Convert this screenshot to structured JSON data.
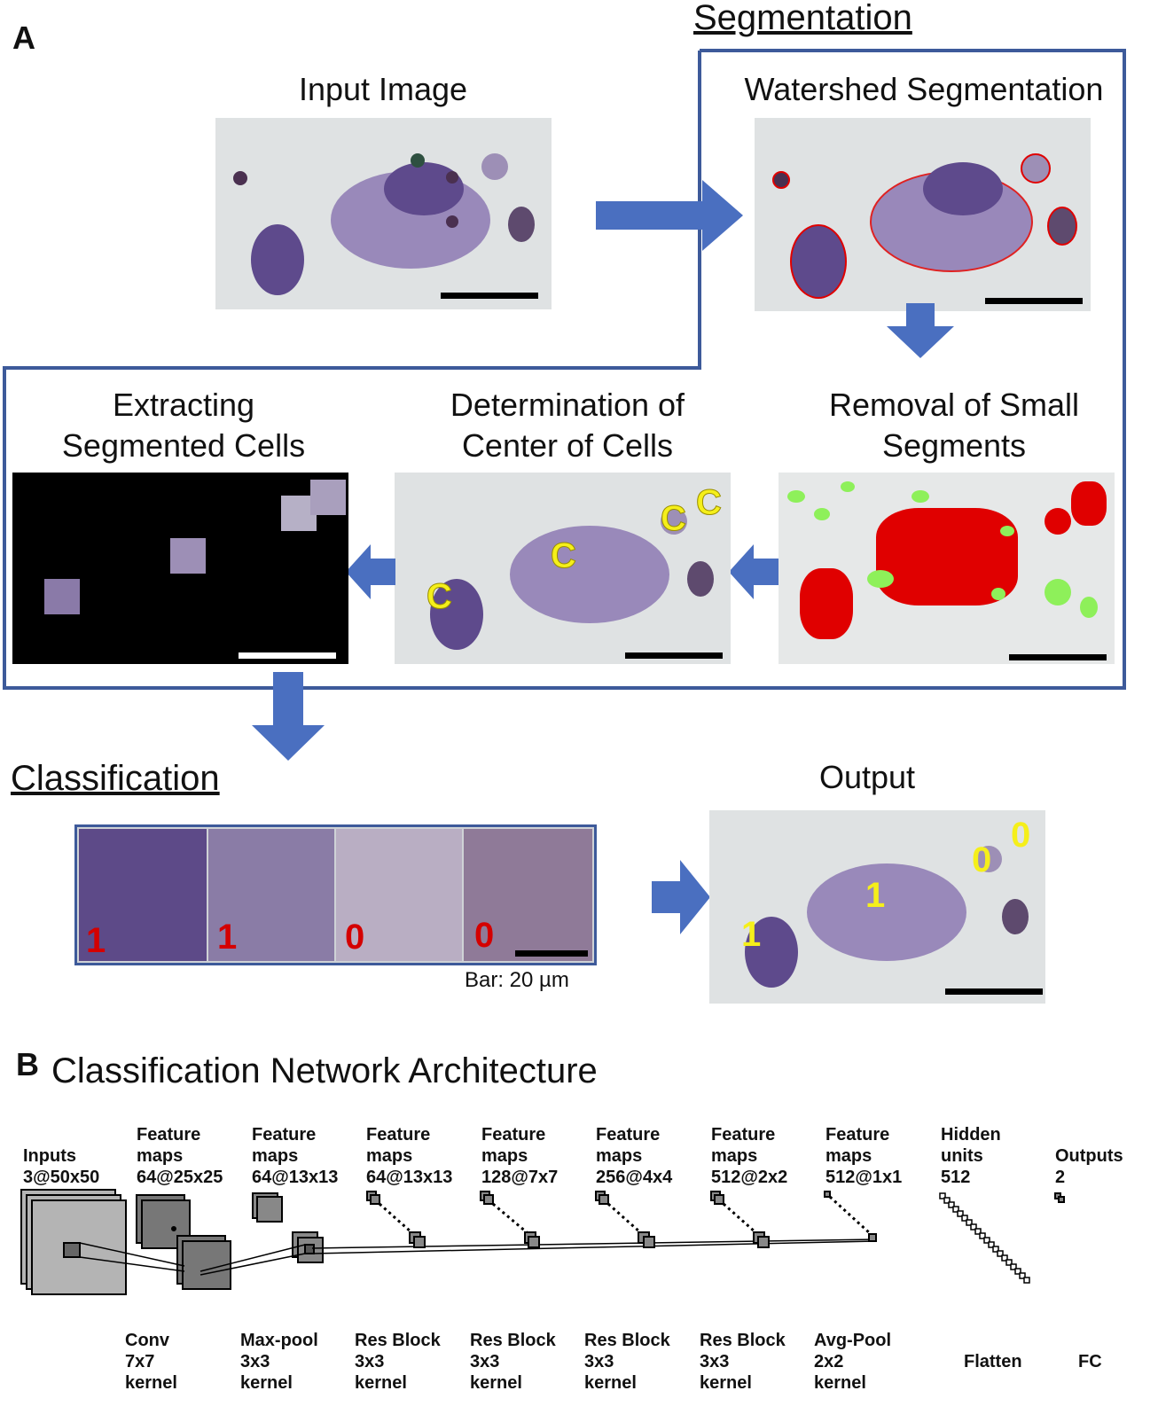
{
  "panel_a": {
    "letter": "A",
    "segmentation_heading": "Segmentation",
    "classification_heading": "Classification",
    "titles": {
      "input": "Input Image",
      "watershed": "Watershed Segmentation",
      "removal_line1": "Removal of Small",
      "removal_line2": "Segments",
      "center_line1": "Determination of",
      "center_line2": "Center of Cells",
      "extract_line1": "Extracting",
      "extract_line2": "Segmented Cells",
      "output": "Output"
    },
    "center_markers": [
      "C",
      "C",
      "C",
      "C"
    ],
    "classification_labels": [
      "1",
      "1",
      "0",
      "0"
    ],
    "output_labels": [
      "1",
      "1",
      "0",
      "0"
    ],
    "bar_note": "Bar: 20 µm"
  },
  "panel_b": {
    "letter": "B",
    "title": "Classification Network Architecture",
    "top_labels": [
      "Inputs\n3@50x50",
      "Feature\nmaps\n64@25x25",
      "Feature\nmaps\n64@13x13",
      "Feature\nmaps\n64@13x13",
      "Feature\nmaps\n128@7x7",
      "Feature\nmaps\n256@4x4",
      "Feature\nmaps\n512@2x2",
      "Feature\nmaps\n512@1x1",
      "Hidden\nunits\n512",
      "Outputs\n2"
    ],
    "bottom_labels": [
      "Conv\n7x7\nkernel",
      "Max-pool\n3x3\nkernel",
      "Res Block\n3x3\nkernel",
      "Res Block\n3x3\nkernel",
      "Res Block\n3x3\nkernel",
      "Res Block\n3x3\nkernel",
      "Avg-Pool\n2x2\nkernel",
      "Flatten",
      "FC"
    ]
  },
  "colors": {
    "frame_blue": "#3d5a9a",
    "arrow_blue": "#4a6fc0",
    "cell_purple": "#7a5a9a",
    "segment_red": "#e00000",
    "segment_green": "#8ef05a",
    "marker_yellow": "#f5ef1a",
    "class_red": "#d40000"
  }
}
